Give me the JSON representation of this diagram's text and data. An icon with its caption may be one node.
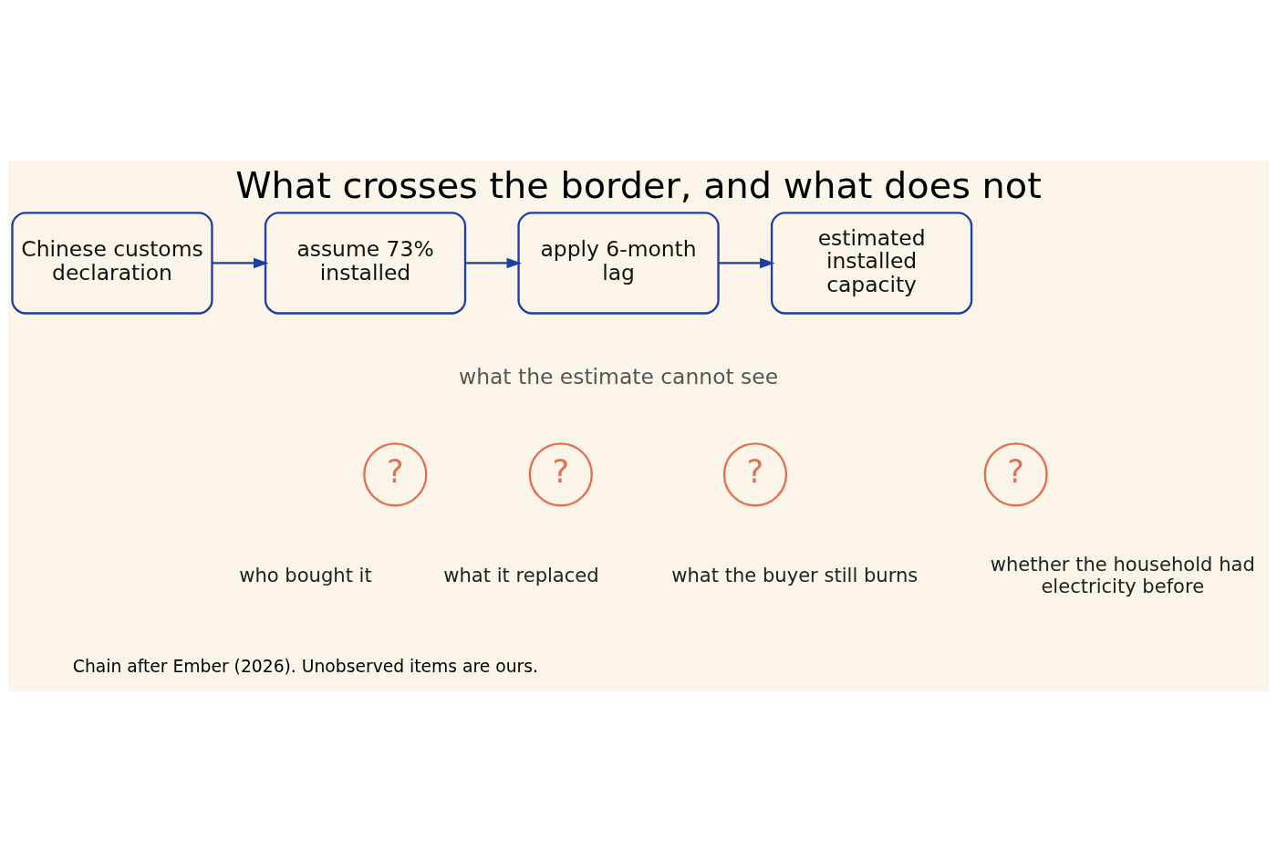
{
  "diagram": {
    "title": "What crosses the border, and what does not",
    "caption": "Chain after Ember (2026). Unobserved items are ours.",
    "nodes": [
      {
        "text": [
          "Chinese customs declaration"
        ]
      },
      {
        "text": [
          "assume 73% installed"
        ]
      },
      {
        "text": [
          "apply 6-month lag"
        ]
      },
      {
        "text": [
          "estimated installed capacity"
        ]
      },
      {
        "text": [
          "?"
        ],
        "beside": [
          "who bought it"
        ]
      },
      {
        "text": [
          "?"
        ],
        "beside": [
          "what it replaced"
        ]
      },
      {
        "text": [
          "?"
        ],
        "beside": [
          "what the buyer still burns"
        ]
      },
      {
        "text": [
          "?"
        ],
        "beside": [
          "whether the household had electricity before"
        ]
      }
    ],
    "edges": [
      {
        "from": 0,
        "to": 1,
        "arrow": "to"
      },
      {
        "from": 1,
        "to": 2,
        "arrow": "to"
      },
      {
        "from": 2,
        "to": 3,
        "arrow": "to"
      }
    ],
    "labels": [
      "what the estimate cannot see"
    ]
  }
}
